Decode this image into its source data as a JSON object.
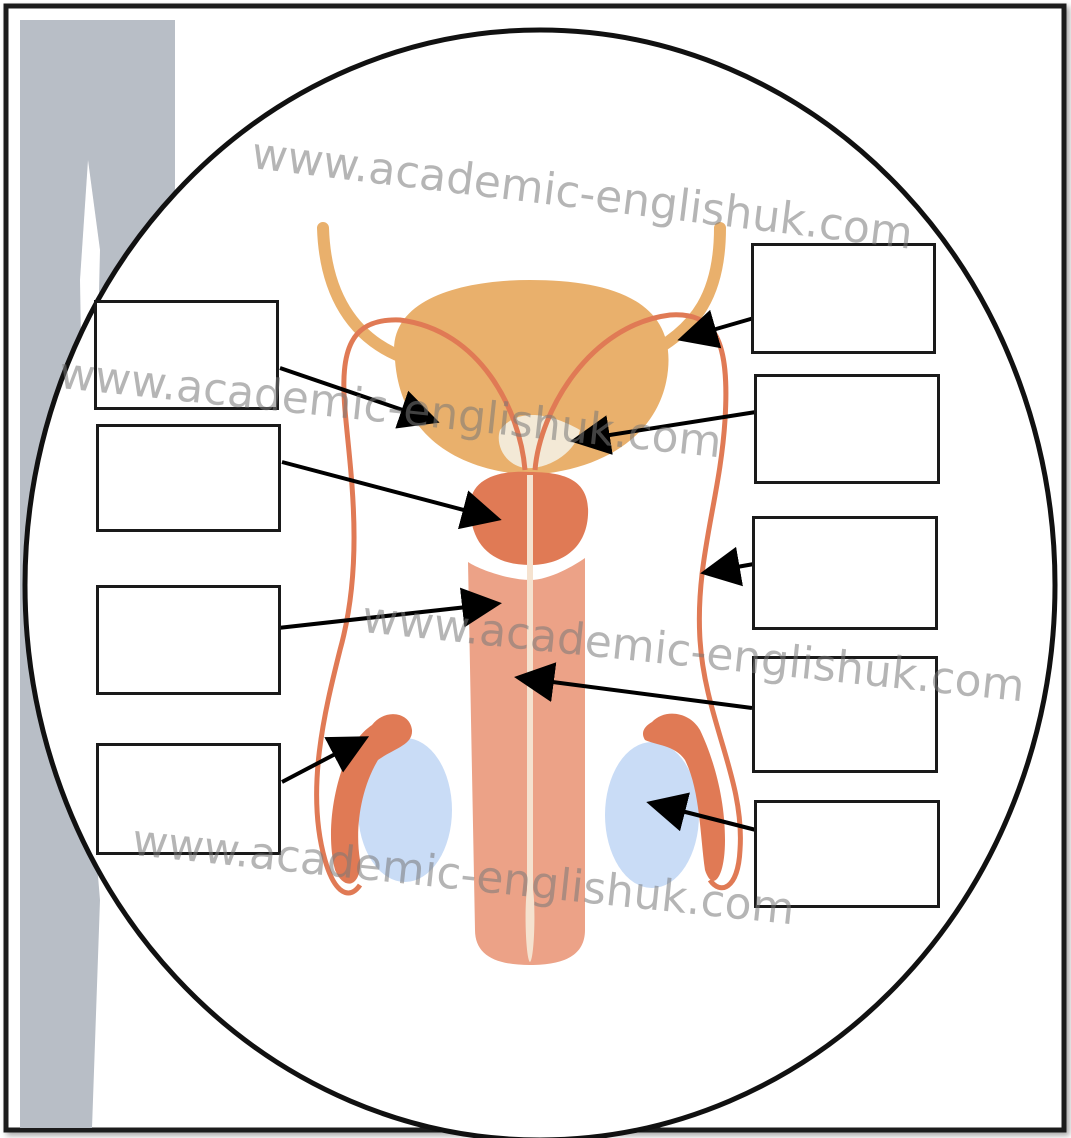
{
  "diagram": {
    "colors": {
      "frame": "#1a1a1a",
      "sidebar": "#b8bec6",
      "bladder": "#e9b06c",
      "vas_deferens": "#e07a55",
      "prostate": "#e07a55",
      "penis": "#eca287",
      "urethra": "#f5e2cf",
      "epididymis": "#e07a55",
      "testis": "#c9dcf6",
      "seminal_vesicle": "#f3e9d6",
      "arrow": "#000000",
      "watermark": "#8a8a8a"
    },
    "label_boxes": [
      {
        "id": "box-left-1",
        "text": ""
      },
      {
        "id": "box-left-2",
        "text": ""
      },
      {
        "id": "box-left-3",
        "text": ""
      },
      {
        "id": "box-left-4",
        "text": ""
      },
      {
        "id": "box-right-1",
        "text": ""
      },
      {
        "id": "box-right-2",
        "text": ""
      },
      {
        "id": "box-right-3",
        "text": ""
      },
      {
        "id": "box-right-4",
        "text": ""
      },
      {
        "id": "box-right-5",
        "text": ""
      }
    ],
    "watermarks": [
      "www.academic-englishuk.com",
      "www.academic-englishuk.com",
      "www.academic-englishuk.com",
      "www.academic-englishuk.com"
    ]
  }
}
